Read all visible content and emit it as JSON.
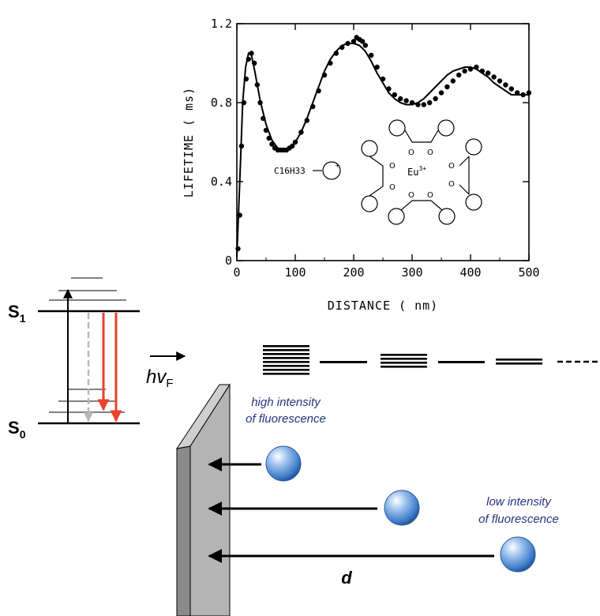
{
  "chart_data": {
    "type": "scatter",
    "xlabel": "DISTANCE ( nm)",
    "ylabel": "LIFETIME ( ms)",
    "xlim": [
      0,
      500
    ],
    "ylim": [
      0,
      1.2
    ],
    "xticks": [
      "0",
      "100",
      "200",
      "300",
      "400",
      "500"
    ],
    "yticks": [
      "0",
      "0.4",
      "0.8",
      "1.2"
    ],
    "grid": false,
    "series": [
      {
        "kind": "points",
        "x": [
          2,
          5,
          8,
          12,
          16,
          20,
          25,
          30,
          35,
          40,
          45,
          50,
          55,
          60,
          65,
          70,
          75,
          80,
          85,
          90,
          95,
          100,
          110,
          120,
          130,
          140,
          150,
          160,
          170,
          180,
          190,
          200,
          205,
          210,
          215,
          220,
          230,
          240,
          250,
          260,
          270,
          280,
          290,
          300,
          310,
          320,
          330,
          340,
          350,
          360,
          370,
          380,
          390,
          400,
          410,
          420,
          430,
          440,
          450,
          460,
          470,
          480,
          490,
          500
        ],
        "y": [
          0.06,
          0.23,
          0.58,
          0.8,
          0.92,
          1.02,
          1.05,
          1.0,
          0.89,
          0.8,
          0.72,
          0.66,
          0.62,
          0.59,
          0.57,
          0.56,
          0.56,
          0.56,
          0.56,
          0.57,
          0.58,
          0.6,
          0.65,
          0.71,
          0.78,
          0.86,
          0.94,
          1.0,
          1.05,
          1.08,
          1.1,
          1.11,
          1.13,
          1.12,
          1.11,
          1.09,
          1.04,
          0.98,
          0.92,
          0.87,
          0.84,
          0.82,
          0.81,
          0.8,
          0.79,
          0.79,
          0.8,
          0.82,
          0.85,
          0.88,
          0.91,
          0.94,
          0.96,
          0.97,
          0.98,
          0.96,
          0.95,
          0.93,
          0.91,
          0.89,
          0.87,
          0.85,
          0.84,
          0.85
        ]
      },
      {
        "kind": "line",
        "x": [
          0,
          5,
          10,
          15,
          20,
          25,
          30,
          40,
          50,
          60,
          70,
          80,
          90,
          100,
          110,
          120,
          130,
          140,
          150,
          160,
          170,
          180,
          190,
          200,
          210,
          220,
          230,
          240,
          250,
          260,
          270,
          280,
          290,
          300,
          310,
          320,
          330,
          340,
          350,
          360,
          370,
          380,
          390,
          400,
          410,
          420,
          430,
          440,
          450,
          460,
          470,
          480,
          490,
          500
        ],
        "y": [
          0.02,
          0.4,
          0.8,
          0.98,
          1.05,
          1.04,
          0.97,
          0.81,
          0.69,
          0.61,
          0.57,
          0.56,
          0.57,
          0.6,
          0.65,
          0.72,
          0.8,
          0.88,
          0.96,
          1.02,
          1.06,
          1.09,
          1.1,
          1.1,
          1.09,
          1.06,
          1.01,
          0.95,
          0.9,
          0.85,
          0.82,
          0.8,
          0.79,
          0.79,
          0.8,
          0.82,
          0.85,
          0.88,
          0.91,
          0.94,
          0.96,
          0.97,
          0.98,
          0.98,
          0.97,
          0.95,
          0.93,
          0.9,
          0.88,
          0.86,
          0.84,
          0.84,
          0.84,
          0.84
        ]
      }
    ],
    "annotation": {
      "chain": "C16H33",
      "ion": "Eu",
      "ion_charge": "3+",
      "carbonyl": "O"
    }
  },
  "energy_diagram": {
    "s1_main": "S",
    "s1_sub": "1",
    "s0_main": "S",
    "s0_sub": "0",
    "emission_color": "#e8412e",
    "nonradiative_color": "#b8b8b8"
  },
  "photon_label": {
    "main": "hv",
    "sub": "F"
  },
  "intensity_bars_color": "#000000",
  "high_label": [
    "high intensity",
    "of fluorescence"
  ],
  "low_label": [
    "low intensity",
    "of fluorescence"
  ],
  "label_color": "#26327e",
  "distance_label": "d",
  "mirror_colors": {
    "front": "#b4b4b4",
    "side": "#8a8a8a"
  },
  "sphere_color": "#3d7cc9"
}
